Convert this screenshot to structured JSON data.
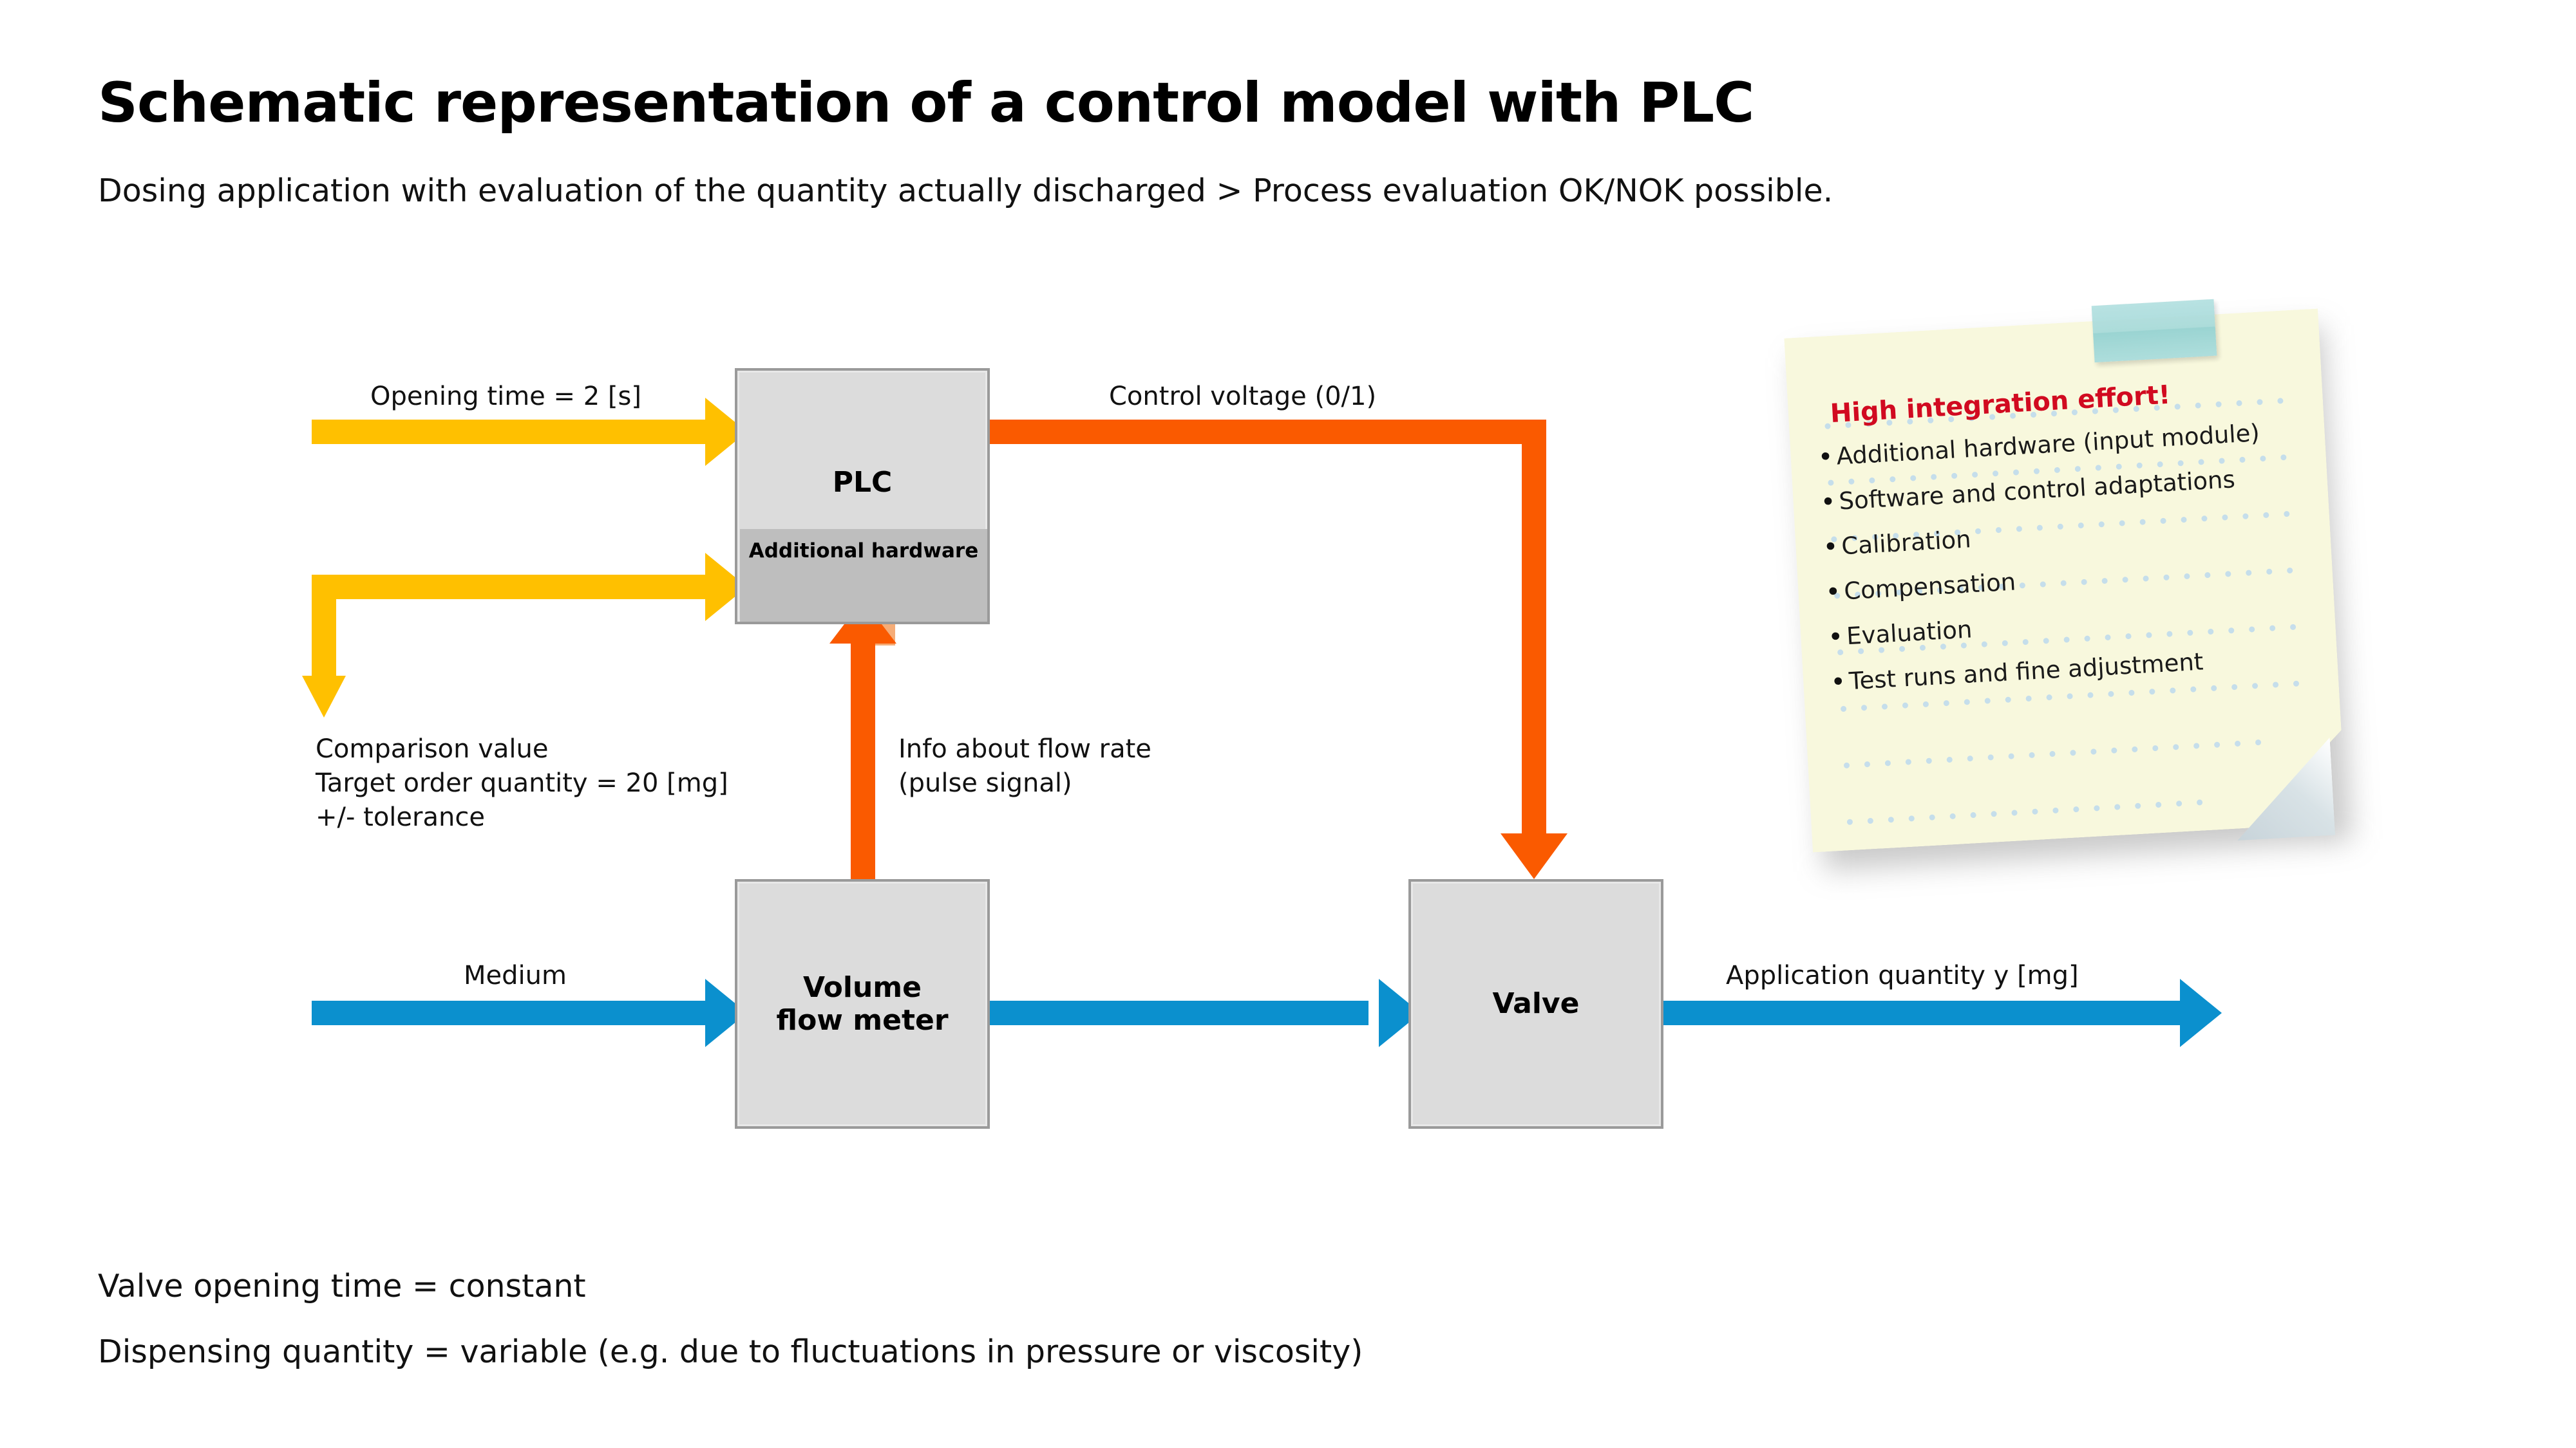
{
  "header": {
    "title": "Schematic representation of a control model with PLC",
    "subtitle": "Dosing application with evaluation of the quantity actually discharged > Process evaluation OK/NOK possible."
  },
  "diagram": {
    "blocks": {
      "plc": {
        "label": "PLC",
        "sub_label": "Additional hardware"
      },
      "volume_flow_meter": {
        "label": "Volume\nflow meter"
      },
      "valve": {
        "label": "Valve"
      }
    },
    "labels": {
      "opening_time": "Opening time = 2 [s]",
      "control_voltage": "Control voltage (0/1)",
      "comparison_value": "Comparison value\nTarget order quantity = 20 [mg]\n+/- tolerance",
      "info_flow_rate": "Info about flow rate\n(pulse signal)",
      "medium": "Medium",
      "application_quantity": "Application quantity y [mg]"
    },
    "colors": {
      "yellow_signal": "#FFC000",
      "orange_signal": "#FA5A00",
      "blue_flow": "#0B90CE",
      "block_fill": "#DCDCDC",
      "block_sub_fill": "#BEBEBE",
      "block_border": "#9A9A9A"
    }
  },
  "sticky_note": {
    "title": "High integration effort!",
    "items": [
      "Additional hardware (input module)",
      "Software and control adaptations",
      "Calibration",
      "Compensation",
      "Evaluation",
      "Test runs and fine adjustment"
    ],
    "colors": {
      "paper": "#F8F8DD",
      "tape": "#A7DADA",
      "title_text": "#D10A20",
      "rule_dots": "#C3DDEC"
    }
  },
  "footer": {
    "line_1": "Valve opening time = constant",
    "line_2": "Dispensing quantity = variable (e.g. due to fluctuations in pressure or viscosity)"
  }
}
